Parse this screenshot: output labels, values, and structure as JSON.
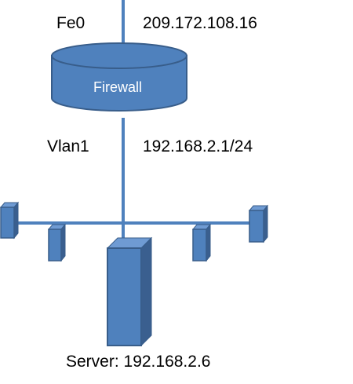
{
  "diagram": {
    "interface_outside": "Fe0",
    "ip_outside": "209.172.108.16",
    "firewall_label": "Firewall",
    "interface_inside": "Vlan1",
    "ip_inside": "192.168.2.1/24",
    "server_label": "Server: 192.168.2.6"
  },
  "colors": {
    "line": "#4f81bd",
    "device_fill": "#4f81bd",
    "device_stroke": "#385d8a",
    "device_side": "#3a5f8f",
    "device_top": "#6f9bd3",
    "text": "#000000",
    "firewall_text": "#ffffff"
  }
}
